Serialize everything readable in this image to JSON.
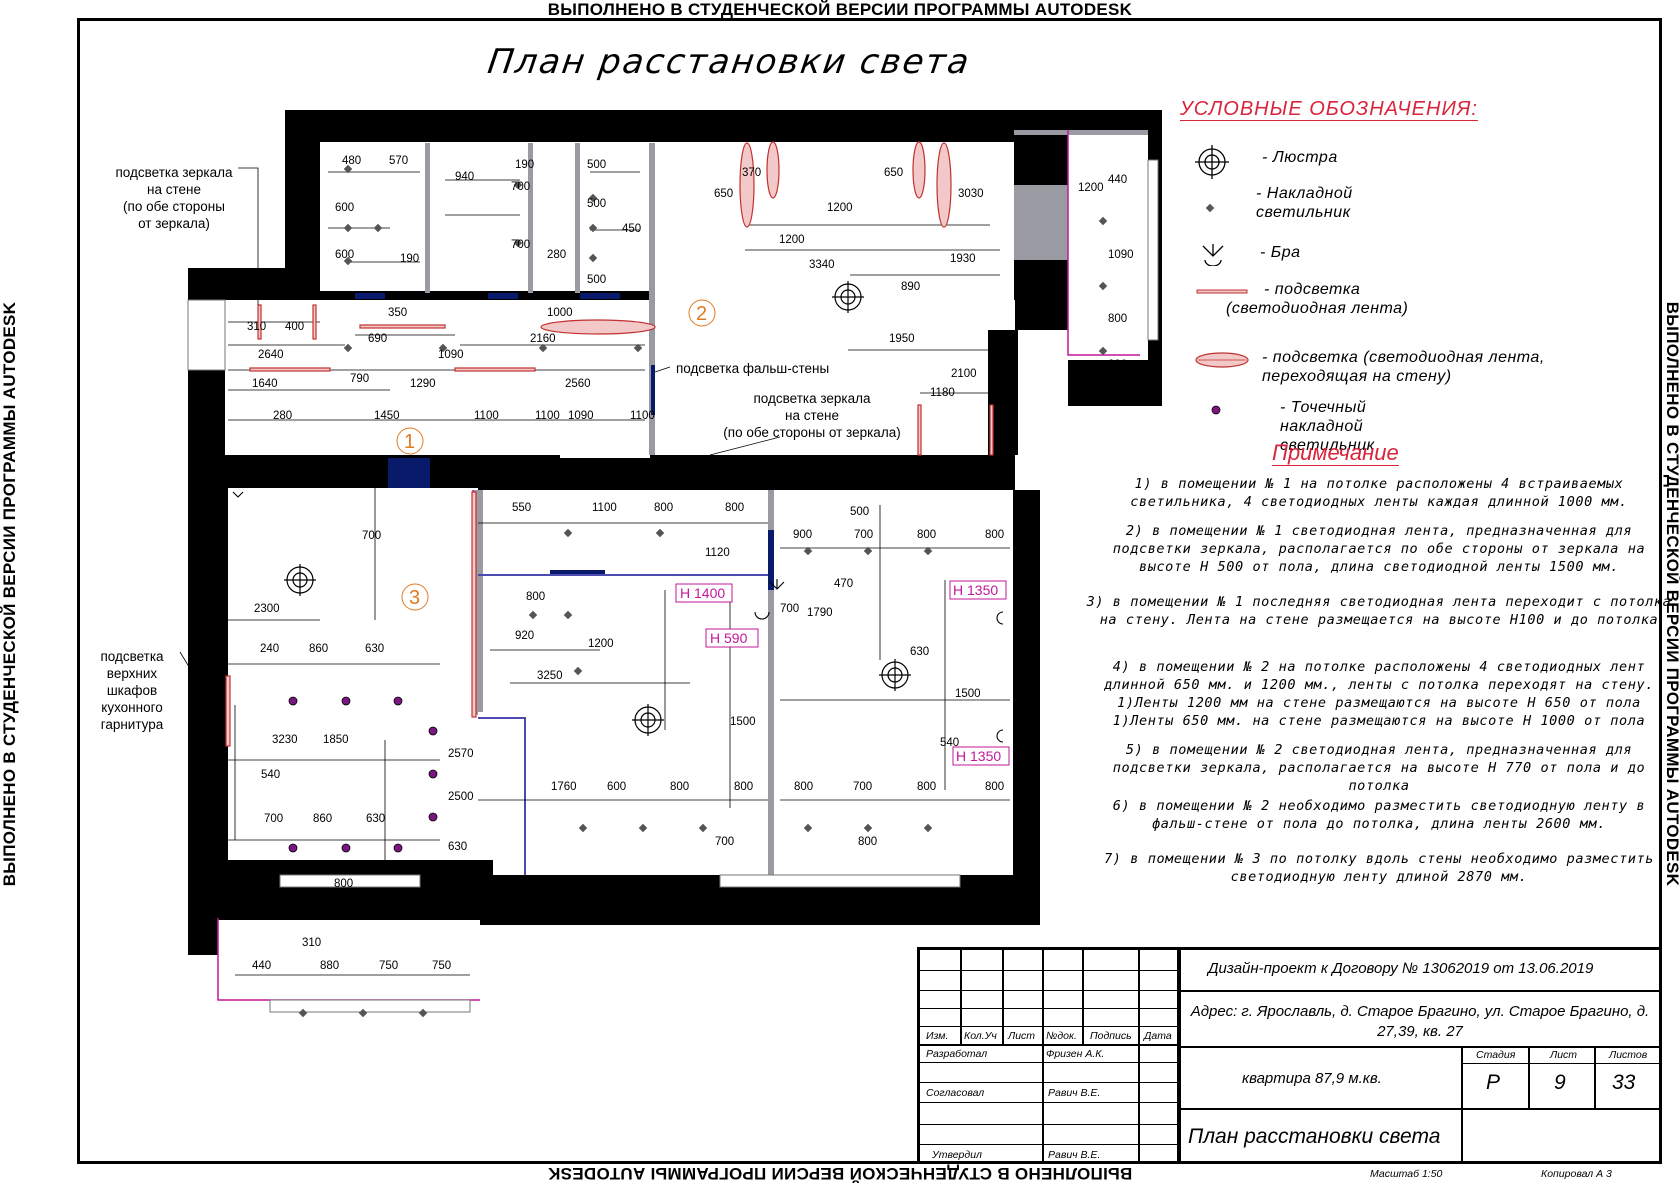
{
  "watermark": "ВЫПОЛНЕНО В СТУДЕНЧЕСКОЙ ВЕРСИИ ПРОГРАММЫ AUTODESK",
  "title": "План расстановки света",
  "callouts": {
    "mirror_wall_left": [
      "подсветка зеркала",
      "на стене",
      "(по обе стороны",
      "от зеркала)"
    ],
    "false_wall": "подсветка фальш-стены",
    "mirror_wall_right": [
      "подсветка зеркала",
      "на стене",
      "(по обе стороны от зеркала)"
    ],
    "kitchen_cabinets": [
      "подсветка",
      "верхних",
      "шкафов",
      "кухонного",
      "гарнитура"
    ]
  },
  "rooms": [
    "1",
    "2",
    "3"
  ],
  "height_tags": [
    "H 1400",
    "H 590",
    "H 1350",
    "H 1350"
  ],
  "dimensions": [
    "480",
    "570",
    "940",
    "190",
    "500",
    "600",
    "700",
    "500",
    "450",
    "600",
    "190",
    "700",
    "280",
    "500",
    "370",
    "650",
    "650",
    "1200",
    "3030",
    "1200",
    "3340",
    "1930",
    "890",
    "1200",
    "440",
    "1090",
    "800",
    "800",
    "350",
    "1000",
    "310",
    "400",
    "690",
    "2160",
    "2640",
    "1090",
    "1640",
    "790",
    "1290",
    "2560",
    "1950",
    "2100",
    "1180",
    "280",
    "1450",
    "1100",
    "1100",
    "1090",
    "1100",
    "550",
    "1100",
    "800",
    "800",
    "900",
    "700",
    "800",
    "800",
    "700",
    "1120",
    "500",
    "800",
    "470",
    "2300",
    "920",
    "1200",
    "700",
    "1790",
    "240",
    "860",
    "630",
    "630",
    "3250",
    "1500",
    "1500",
    "3230",
    "1850",
    "2570",
    "540",
    "2500",
    "540",
    "1760",
    "600",
    "800",
    "800",
    "800",
    "700",
    "800",
    "800",
    "700",
    "860",
    "630",
    "630",
    "700",
    "800",
    "800",
    "310",
    "440",
    "880",
    "750",
    "750",
    "670"
  ],
  "legend": {
    "title": "УСЛОВНЫЕ ОБОЗНАЧЕНИЯ:",
    "items": [
      {
        "icon": "chandelier-icon",
        "label": "- Люстра"
      },
      {
        "icon": "surface-light-icon",
        "label": "- Накладной светильник"
      },
      {
        "icon": "sconce-icon",
        "label": "- Бра"
      },
      {
        "icon": "led-strip-icon",
        "label": "- подсветка (светодиодная лента)"
      },
      {
        "icon": "led-strip-wall-icon",
        "label": "- подсветка (светодиодная лента, переходящая на стену)"
      },
      {
        "icon": "spot-light-icon",
        "label": "- Точечный накладной светильник"
      }
    ]
  },
  "notes": {
    "title": "Примечание",
    "items": [
      "1) в помещении № 1 на потолке расположены 4 встраиваемых светильника, 4 светодиодных ленты каждая длинной 1000 мм.",
      "2) в помещении № 1 светодиодная лента, предназначенная для подсветки зеркала, располагается по обе стороны от зеркала на высоте Н 500 от пола, длина светодиодной ленты 1500 мм.",
      "3) в помещении № 1 последняя светодиодная лента переходит с потолка на стену. Лента на стене размещается на высоте Н100 и до потолка",
      "4) в помещении № 2 на потолке расположены 4 светодиодных лент длинной 650 мм. и 1200 мм., ленты с потолка переходят на стену. 1)Ленты 1200 мм на стене размещаются на высоте Н 650 от пола 1)Ленты 650 мм. на стене размещаются на высоте Н 1000 от пола",
      "5) в помещении № 2 светодиодная лента, предназначенная для подсветки зеркала, располагается на высоте Н 770 от пола и до потолка",
      "6) в помещении № 2 необходимо разместить светодиодную ленту в фальш-стене от пола до потолка, длина ленты 2600 мм.",
      "7) в помещении № 3 по потолку вдоль стены необходимо разместить светодиодную ленту длиной 2870 мм."
    ]
  },
  "stamp": {
    "header_cols": [
      "Изм.",
      "Кол.Уч",
      "Лист",
      "№док.",
      "Подпись",
      "Дата"
    ],
    "roles": [
      {
        "role": "Разработал",
        "name": "Фризен А.К."
      },
      {
        "role": "Согласовал",
        "name": "Равич В.Е."
      },
      {
        "role": "Утвердил",
        "name": "Равич В.Е."
      }
    ],
    "project": "Дизайн-проект к Договору № 13062019 от 13.06.2019",
    "address": "Адрес: г. Ярославль, д. Старое Брагино, ул. Старое Брагино, д. 27,39, кв. 27",
    "object": "квартира 87,9 м.кв.",
    "sheet_title": "План расстановки света",
    "stage_label": "Стадия",
    "sheet_label": "Лист",
    "sheets_label": "Листов",
    "stage": "Р",
    "sheet": "9",
    "sheets": "33",
    "scale": "Масштаб 1:50",
    "format": "Копировал А 3"
  }
}
